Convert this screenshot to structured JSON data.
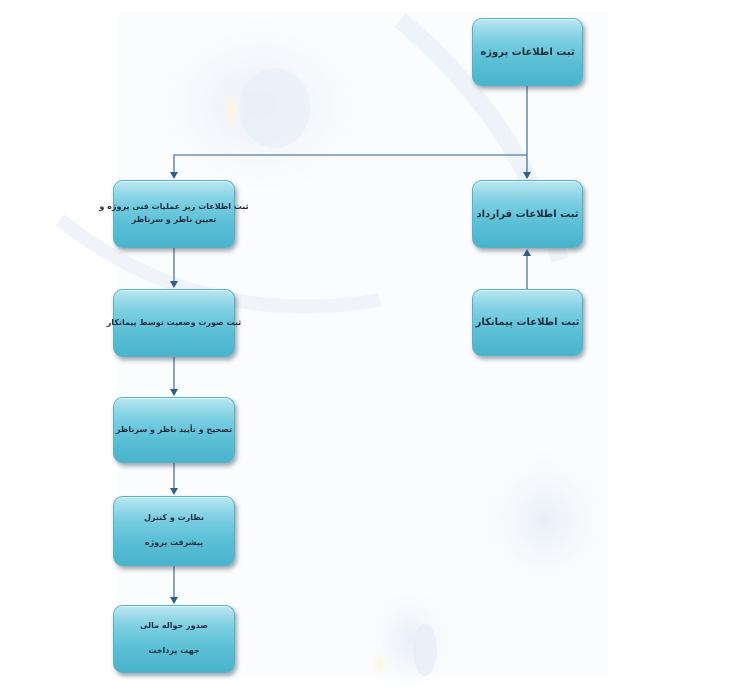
{
  "nodes": {
    "project": {
      "lines": [
        "ثبت اطلاعات پروژه"
      ]
    },
    "contract": {
      "lines": [
        "ثبت اطلاعات قرارداد"
      ]
    },
    "contractor": {
      "lines": [
        "ثبت اطلاعات پیمانکار"
      ]
    },
    "details": {
      "lines": [
        "ثبت اطلاعات ریز عملیات فنی پروژه و",
        "تعیین ناظر و سرناظر"
      ]
    },
    "status": {
      "lines": [
        "ثبت صورت وضعیت توسط پیمانکار"
      ]
    },
    "approve": {
      "lines": [
        "تصحیح و تأیید ناظر و سرناظر"
      ]
    },
    "supervise": {
      "lines": [
        "نظارت و کنترل",
        "پیشرفت پروژه"
      ]
    },
    "payment": {
      "lines": [
        "صدور حواله مالی",
        "جهت پرداخت"
      ]
    }
  },
  "colors": {
    "box_top": "#b9e6f0",
    "box_bottom": "#49b4cc",
    "connector": "#2f5f8a",
    "text": "#1c2c3e"
  }
}
